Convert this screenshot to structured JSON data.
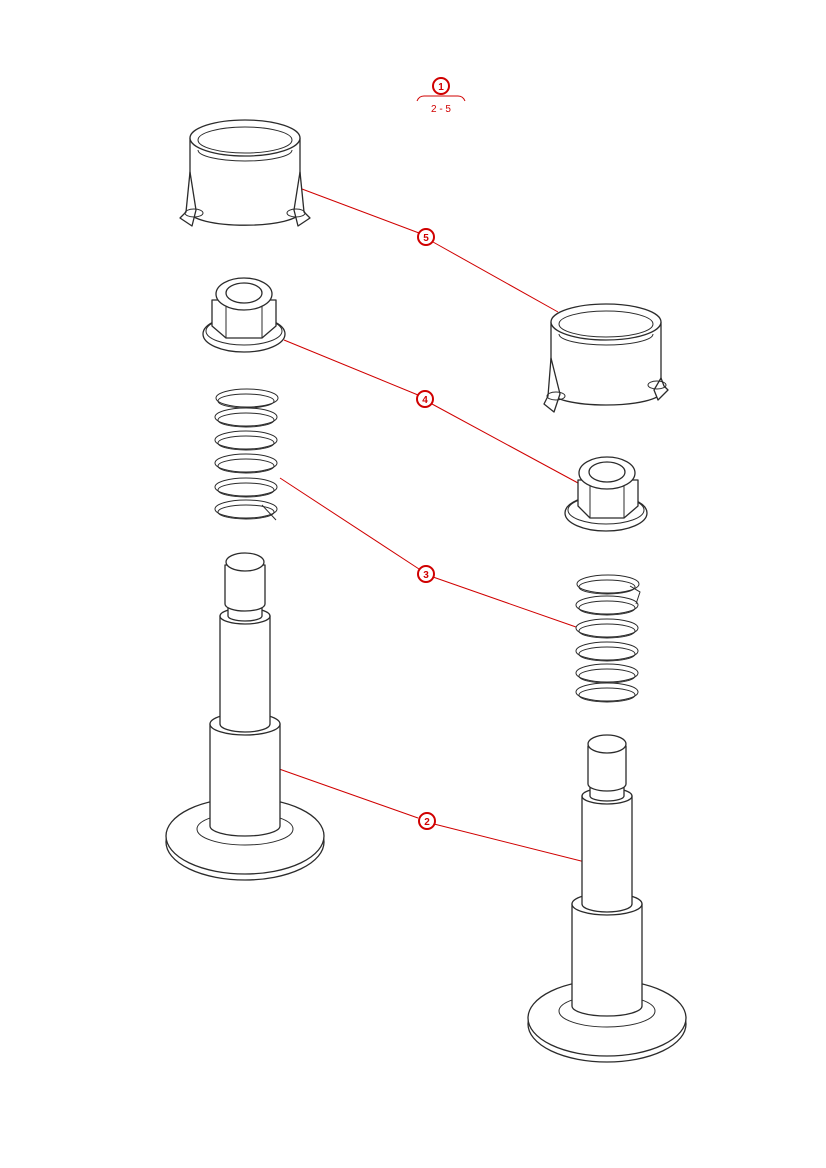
{
  "assembly": {
    "number": "1",
    "range": "2 - 5"
  },
  "callouts": {
    "spacer_5": "5",
    "nut_4": "4",
    "spring_3": "3",
    "pin_2": "2"
  },
  "colors": {
    "callout": "#d00000",
    "linework": "#2b2b2b",
    "background": "#ffffff"
  }
}
